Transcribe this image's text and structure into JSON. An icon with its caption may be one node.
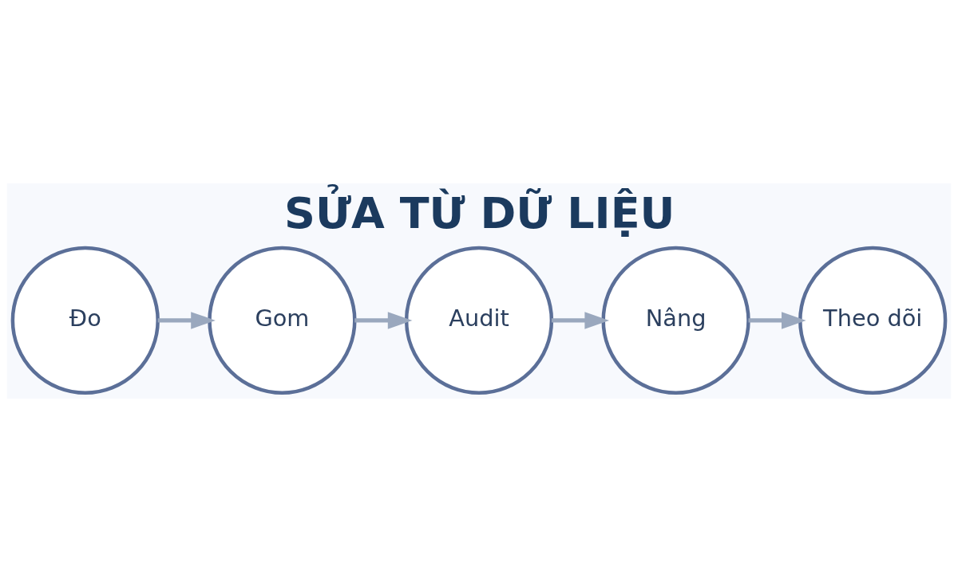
{
  "diagram": {
    "title": "SỬA TỪ DỮ LIỆU",
    "nodes": [
      {
        "text": [
          "Đo"
        ]
      },
      {
        "text": [
          "Gom"
        ]
      },
      {
        "text": [
          "Audit"
        ]
      },
      {
        "text": [
          "Nâng"
        ]
      },
      {
        "text": [
          "Theo dõi"
        ]
      }
    ],
    "edges": [
      {
        "from": 0,
        "to": 1,
        "arrow": "to"
      },
      {
        "from": 1,
        "to": 2,
        "arrow": "to"
      },
      {
        "from": 2,
        "to": 3,
        "arrow": "to"
      },
      {
        "from": 3,
        "to": 4,
        "arrow": "to"
      }
    ]
  }
}
